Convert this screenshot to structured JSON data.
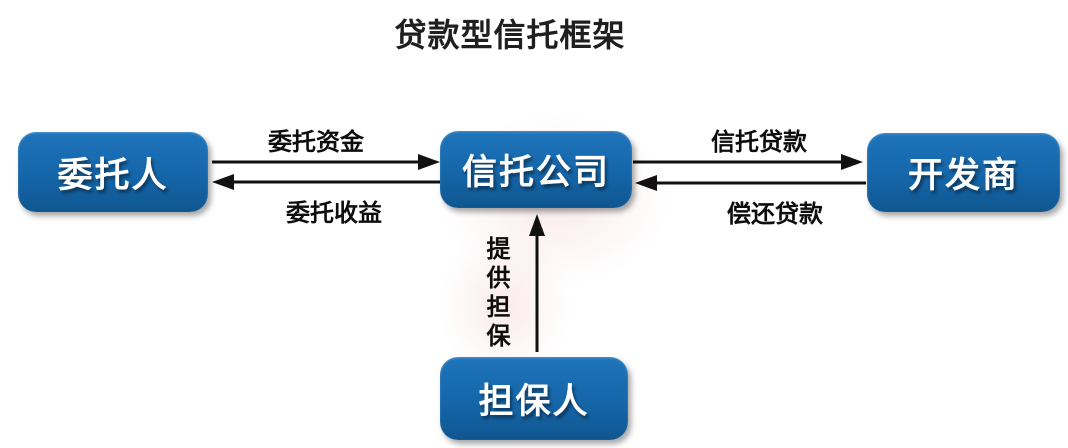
{
  "title": "贷款型信托框架",
  "colors": {
    "node_blue": "#1566a9",
    "node_blue_light": "#1f74bb",
    "node_blue_dark": "#0f5690",
    "arrow_black": "#111111",
    "title_color": "#1f1f1f",
    "node_text": "#ffffff",
    "watermark_pink": "#d96a6a"
  },
  "nodes": [
    {
      "id": "trustor",
      "label": "委托人"
    },
    {
      "id": "trust-company",
      "label": "信托公司"
    },
    {
      "id": "developer",
      "label": "开发商"
    },
    {
      "id": "guarantor",
      "label": "担保人"
    }
  ],
  "edges": [
    {
      "id": "entrust-funds",
      "label": "委托资金",
      "from": "委托人",
      "to": "信托公司",
      "direction": "right"
    },
    {
      "id": "entrust-returns",
      "label": "委托收益",
      "from": "信托公司",
      "to": "委托人",
      "direction": "left"
    },
    {
      "id": "trust-loan",
      "label": "信托贷款",
      "from": "信托公司",
      "to": "开发商",
      "direction": "right"
    },
    {
      "id": "repay-loan",
      "label": "偿还贷款",
      "from": "开发商",
      "to": "信托公司",
      "direction": "left"
    },
    {
      "id": "provide-guarantee",
      "label": "提供担保",
      "from": "担保人",
      "to": "信托公司",
      "direction": "up"
    }
  ]
}
